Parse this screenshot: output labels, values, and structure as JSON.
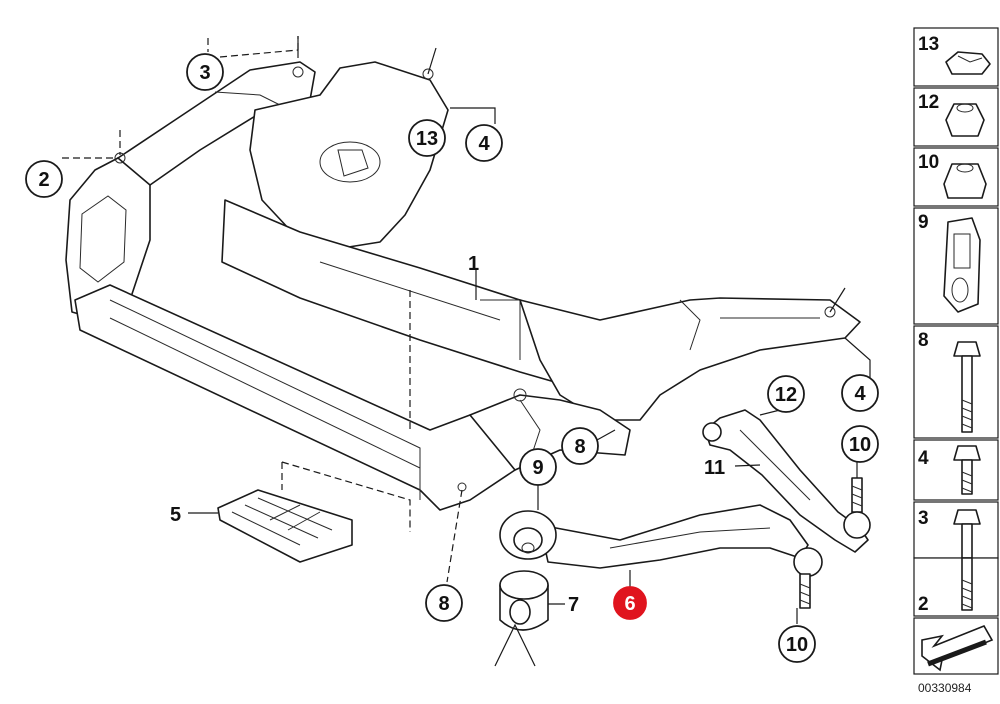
{
  "diagram": {
    "callouts": [
      {
        "id": "c3",
        "label": "3"
      },
      {
        "id": "c2",
        "label": "2"
      },
      {
        "id": "c13",
        "label": "13"
      },
      {
        "id": "c4a",
        "label": "4"
      },
      {
        "id": "c1",
        "label": "1"
      },
      {
        "id": "c4b",
        "label": "4"
      },
      {
        "id": "c12",
        "label": "12"
      },
      {
        "id": "c10a",
        "label": "10"
      },
      {
        "id": "c8a",
        "label": "8"
      },
      {
        "id": "c9",
        "label": "9"
      },
      {
        "id": "c11",
        "label": "11"
      },
      {
        "id": "c5",
        "label": "5"
      },
      {
        "id": "c8b",
        "label": "8"
      },
      {
        "id": "c7",
        "label": "7"
      },
      {
        "id": "c6",
        "label": "6",
        "highlight": true
      },
      {
        "id": "c10b",
        "label": "10"
      }
    ],
    "highlight_color": "#e0141e"
  },
  "legend": {
    "items": [
      "13",
      "12",
      "10",
      "9",
      "8",
      "4",
      "3",
      "2"
    ]
  },
  "document_number": "00330984"
}
